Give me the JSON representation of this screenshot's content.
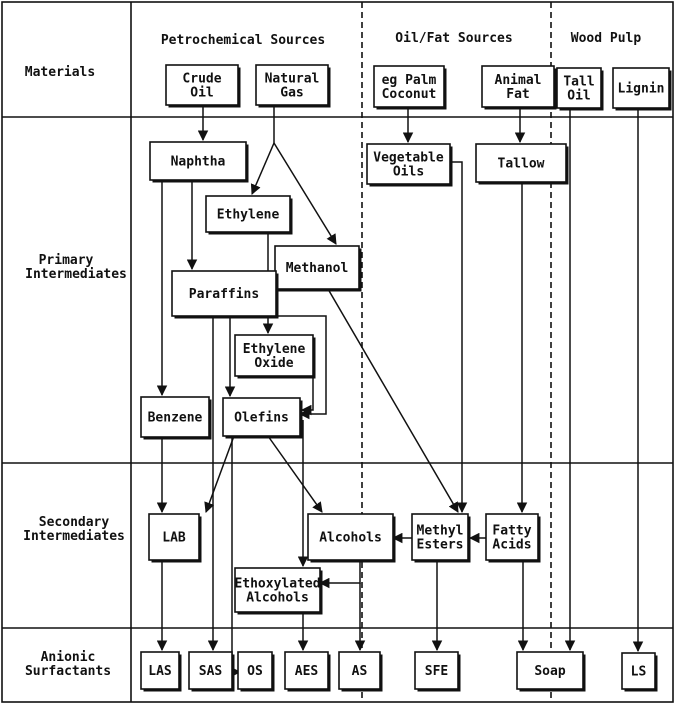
{
  "headers": {
    "petrochemical": "Petrochemical Sources",
    "oilfat": "Oil/Fat Sources",
    "woodpulp": "Wood Pulp"
  },
  "rows": {
    "materials": [
      "Materials"
    ],
    "primary": [
      "Primary",
      "Intermediates"
    ],
    "secondary": [
      "Secondary",
      "Intermediates"
    ],
    "anionic": [
      "Anionic",
      "Surfactants"
    ]
  },
  "nodes": {
    "crude": [
      "Crude",
      "Oil"
    ],
    "natgas": [
      "Natural",
      "Gas"
    ],
    "palm": [
      "eg Palm",
      "Coconut"
    ],
    "animal": [
      "Animal",
      "Fat"
    ],
    "tall": [
      "Tall",
      "Oil"
    ],
    "lignin": [
      "Lignin"
    ],
    "naphtha": [
      "Naphtha"
    ],
    "ethylene": [
      "Ethylene"
    ],
    "methanol": [
      "Methanol"
    ],
    "paraffins": [
      "Paraffins"
    ],
    "ethox": [
      "Ethylene",
      "Oxide"
    ],
    "benzene": [
      "Benzene"
    ],
    "olefins": [
      "Olefins"
    ],
    "vegoils": [
      "Vegetable",
      "Oils"
    ],
    "tallow": [
      "Tallow"
    ],
    "lab": [
      "LAB"
    ],
    "alcohols": [
      "Alcohols"
    ],
    "methyl": [
      "Methyl",
      "Esters"
    ],
    "fatty": [
      "Fatty",
      "Acids"
    ],
    "ethoxalc": [
      "Ethoxylated",
      "Alcohols"
    ],
    "las": [
      "LAS"
    ],
    "sas": [
      "SAS"
    ],
    "os": [
      "OS"
    ],
    "aes": [
      "AES"
    ],
    "as": [
      "AS"
    ],
    "sfe": [
      "SFE"
    ],
    "soap": [
      "Soap"
    ],
    "ls": [
      "LS"
    ]
  }
}
